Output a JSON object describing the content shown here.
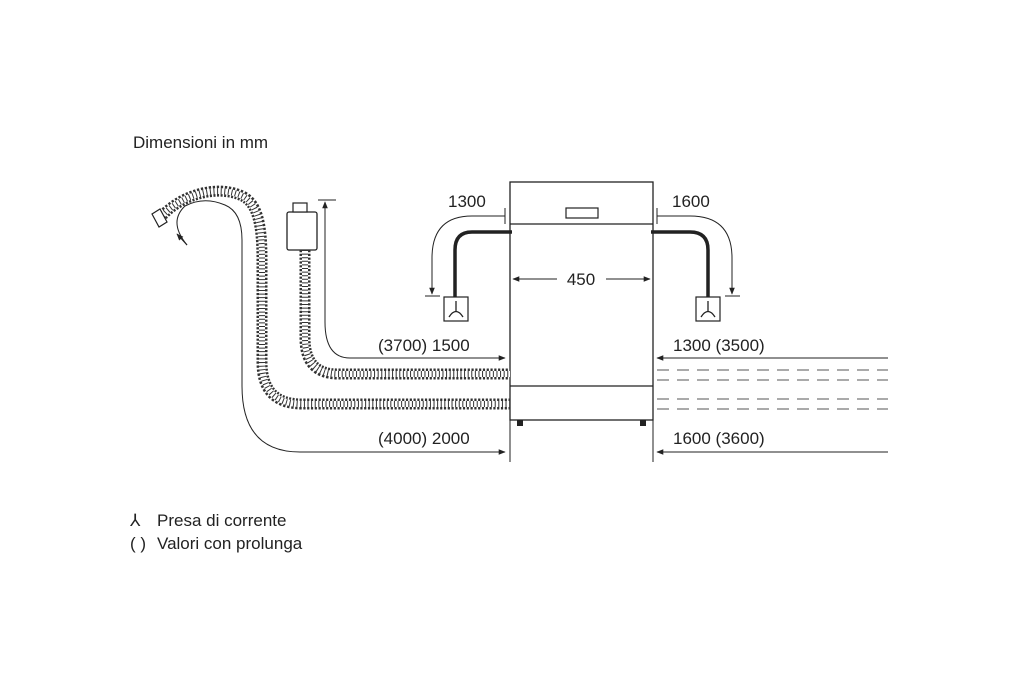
{
  "title": "Dimensioni in mm",
  "dimensions": {
    "width": "450",
    "left_power_cable": "1300",
    "right_power_cable": "1600",
    "inlet_hose_left": "(3700) 1500",
    "drain_hose_left": "(4000) 2000",
    "inlet_hose_right": "1300 (3500)",
    "drain_hose_right": "1600 (3600)"
  },
  "legend": {
    "socket_symbol": "⅄",
    "socket_label": "Presa di corrente",
    "extension_symbol": "( )",
    "extension_label": "Valori con prolunga"
  },
  "colors": {
    "line": "#222222",
    "hose": "#333333",
    "background": "#ffffff"
  }
}
